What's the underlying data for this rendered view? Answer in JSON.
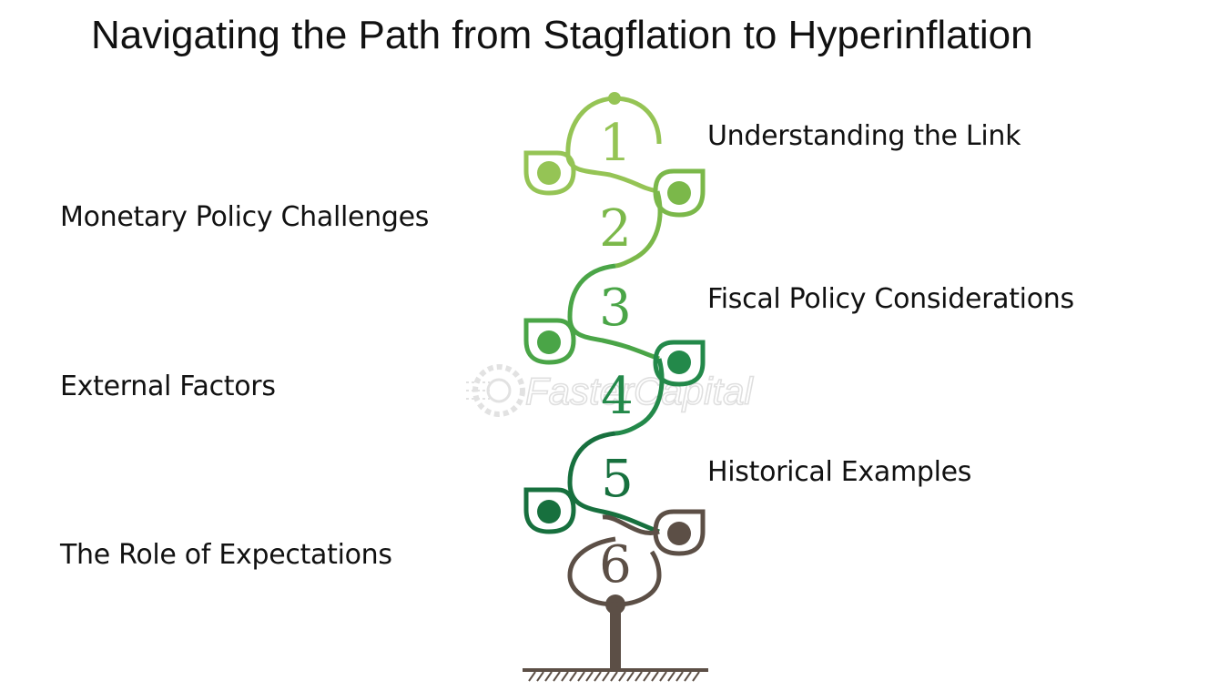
{
  "title": "Navigating the Path from Stagflation to Hyperinflation",
  "steps": [
    {
      "number": "1",
      "label": "Understanding the Link",
      "color": "#95c455",
      "side": "right"
    },
    {
      "number": "2",
      "label": "Monetary Policy Challenges",
      "color": "#7bb84a",
      "side": "left"
    },
    {
      "number": "3",
      "label": "Fiscal Policy Considerations",
      "color": "#4aa547",
      "side": "right"
    },
    {
      "number": "4",
      "label": "External Factors",
      "color": "#23894a",
      "side": "left"
    },
    {
      "number": "5",
      "label": "Historical Examples",
      "color": "#17703e",
      "side": "right"
    },
    {
      "number": "6",
      "label": "The Role of Expectations",
      "color": "#5c4f46",
      "side": "left"
    }
  ],
  "watermark": "FasterCapital",
  "colors": {
    "stem": "#5c4f46",
    "ground": "#5c4f46"
  }
}
